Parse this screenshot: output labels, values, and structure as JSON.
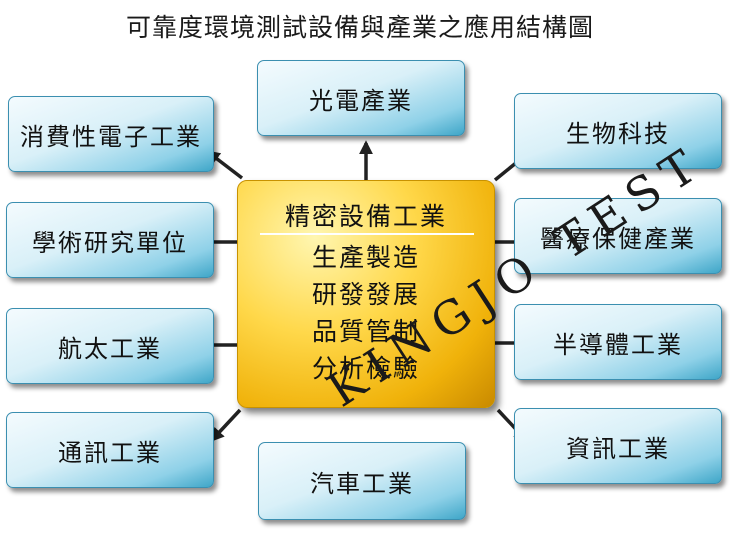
{
  "title": "可靠度環境測試設備與產業之應用結構圖",
  "center": {
    "title": "精密設備工業",
    "items": [
      "生產製造",
      "研發發展",
      "品質管制",
      "分析檢驗"
    ]
  },
  "nodes": {
    "consumer_electronics": "消費性電子工業",
    "optoelectronics": "光電產業",
    "biotech": "生物科技",
    "academic": "學術研究單位",
    "medical": "醫療保健產業",
    "aerospace": "航太工業",
    "semiconductor": "半導體工業",
    "telecom": "通訊工業",
    "automotive": "汽車工業",
    "it": "資訊工業"
  },
  "watermark": "KINGJO TEST",
  "colors": {
    "node_fill": "#8fd1e8",
    "node_border": "#3b8fb0",
    "center_fill": "#ffd84a",
    "arrow": "#222222"
  }
}
